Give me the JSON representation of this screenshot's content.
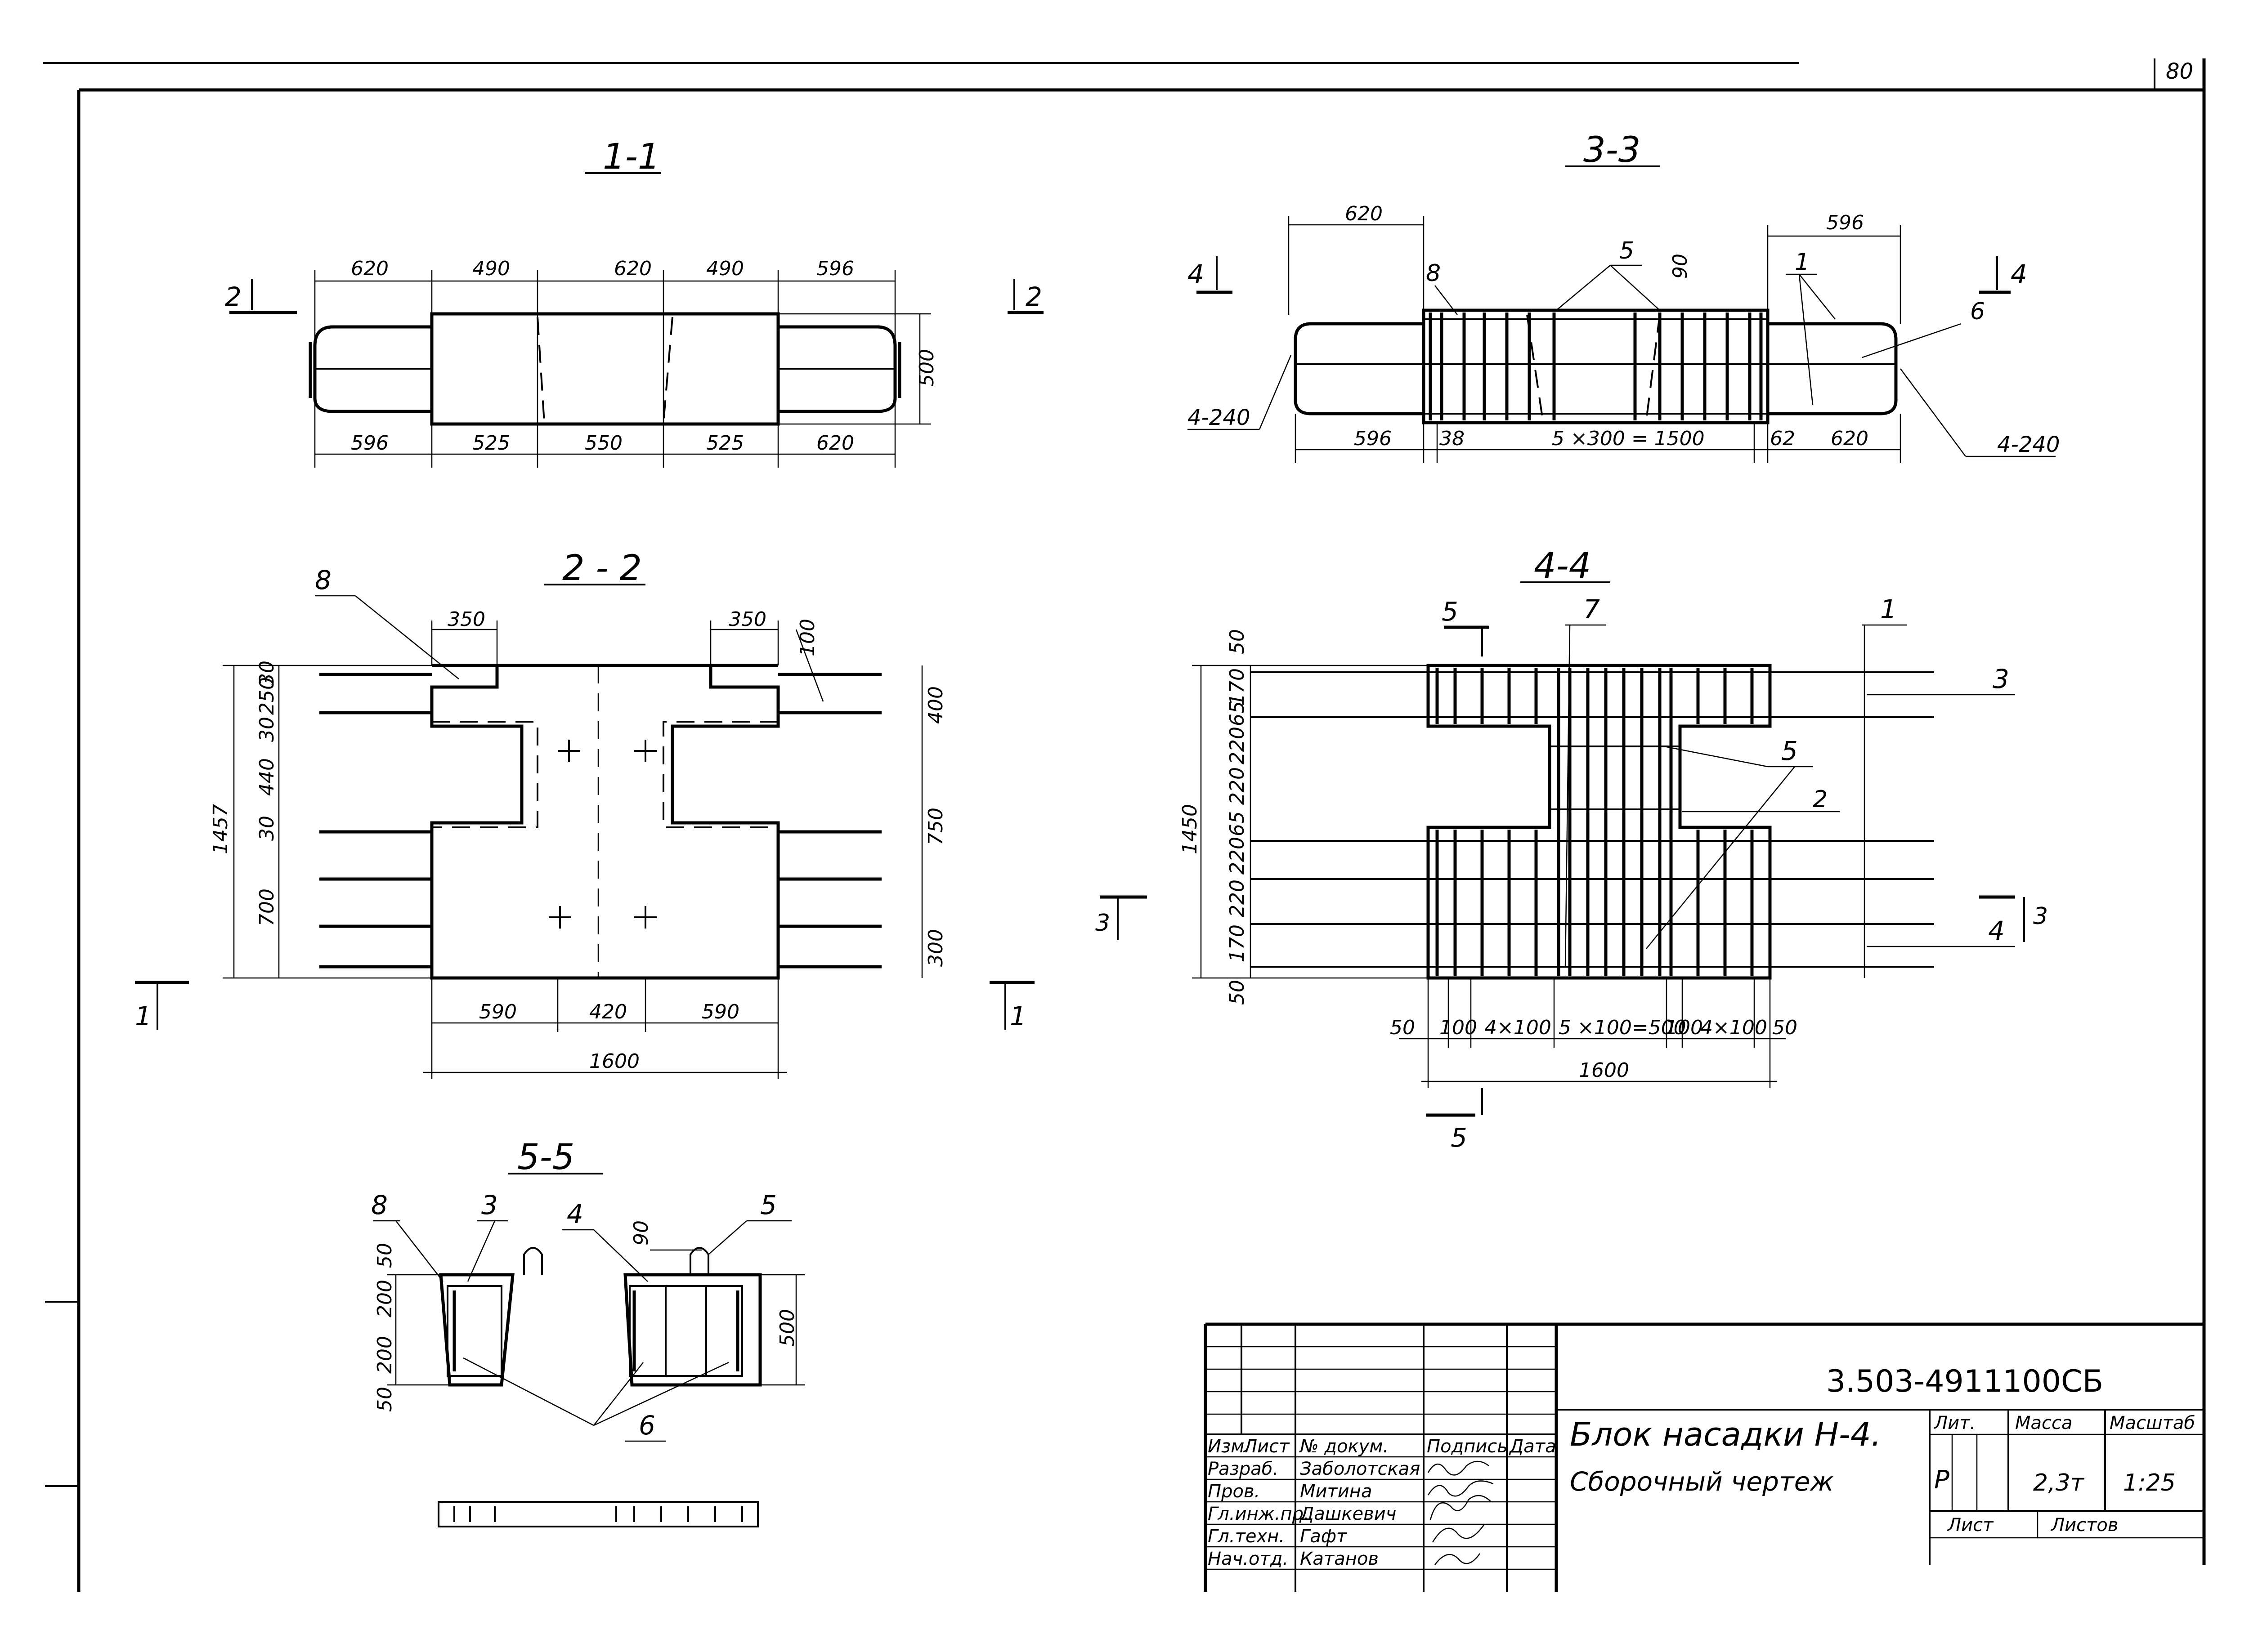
{
  "page_number": "80",
  "sections": {
    "s11": {
      "title": "1-1",
      "cut_label": "2",
      "dims_top": [
        "620",
        "490",
        "620",
        "490",
        "596"
      ],
      "dims_bottom": [
        "596",
        "525",
        "550",
        "525",
        "620"
      ],
      "dim_height": "500"
    },
    "s22": {
      "title": "2 - 2",
      "leader_mark": "8",
      "dim_350": "350",
      "dim_100": "100",
      "dims_left": [
        "30",
        "250",
        "30",
        "440",
        "30",
        "700"
      ],
      "dim_total": "1457",
      "dims_right": [
        "400",
        "750",
        "300"
      ],
      "dims_bottom": [
        "590",
        "420",
        "590"
      ],
      "dim_width": "1600",
      "cut_label": "1"
    },
    "s33": {
      "title": "3-3",
      "dim_620": "620",
      "dim_596": "596",
      "cut_label": "4",
      "marks": [
        "8",
        "5",
        "90",
        "1",
        "6"
      ],
      "weld": "4-240",
      "dims_bottom": [
        "596",
        "38",
        "5 ×300 = 1500",
        "62",
        "620"
      ]
    },
    "s44": {
      "title": "4-4",
      "cut_label": "5",
      "marks": [
        "7",
        "1",
        "3",
        "5",
        "2",
        "4"
      ],
      "section_ref": "3",
      "dims_left": [
        "50",
        "170",
        "65",
        "220",
        "220",
        "65",
        "220",
        "220",
        "170",
        "50"
      ],
      "dim_total": "1450",
      "dims_bottom": [
        "50",
        "100",
        "4×100",
        "5 ×100=500",
        "100",
        "4×100",
        "50"
      ],
      "dim_width": "1600"
    },
    "s55": {
      "title": "5-5",
      "marks": [
        "8",
        "3",
        "4",
        "90",
        "5",
        "6"
      ],
      "dims_left": [
        "50",
        "200",
        "200",
        "50"
      ],
      "dim_height": "500"
    }
  },
  "title_block": {
    "code": "3.503-4911100СБ",
    "block_name": "Блок насадки Н-4.",
    "drawing_type": "Сборочный чертеж",
    "col_headers": [
      "Изм.",
      "Лист",
      "№ докум.",
      "Подпись",
      "Дата"
    ],
    "stage_label": "Лит.",
    "mass_label": "Масса",
    "scale_label": "Масштаб",
    "stage": "Р",
    "mass": "2,3т",
    "scale": "1:25",
    "sheet_label": "Лист",
    "sheets_label": "Листов",
    "people": [
      {
        "role": "Разраб.",
        "name": "Заболотская"
      },
      {
        "role": "Пров.",
        "name": "Митина"
      },
      {
        "role": "Гл.инж.пр.",
        "name": "Дашкевич"
      },
      {
        "role": "Гл.техн.",
        "name": "Гафт"
      },
      {
        "role": "Нач.отд.",
        "name": "Катанов"
      }
    ]
  }
}
